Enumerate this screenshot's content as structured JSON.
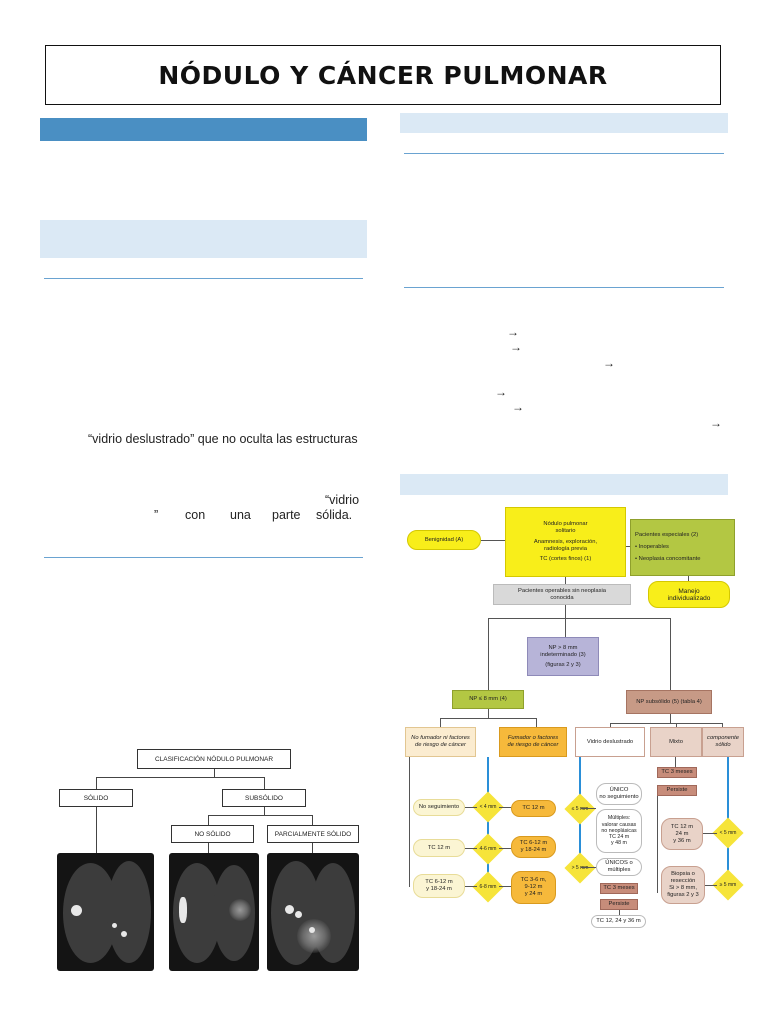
{
  "title": "NÓDULO Y CÁNCER PULMONAR",
  "left_text": {
    "line1": "“vidrio deslustrado” que no oculta las estructuras",
    "line2": "“vidrio",
    "line3_a": "”",
    "line3_b": "con",
    "line3_c": "una",
    "line3_d": "parte",
    "line3_e": "sólida."
  },
  "arrow_glyph": "→",
  "classification": {
    "root": "CLASIFICACIÓN NÓDULO PULMONAR",
    "solid": "SÓLIDO",
    "subsolid": "SUBSÓLIDO",
    "non_solid": "NO SÓLIDO",
    "part_solid": "PARCIALMENTE SÓLIDO"
  },
  "flowchart": {
    "start": [
      "Nódulo pulmonar",
      "solitario",
      "Anamnesis, exploración,",
      "radiología previa",
      "TC (cortes finos) (1)"
    ],
    "benign": "Benignidad (A)",
    "special": "Pacientes especiales (2)",
    "special_1": "Inoperables",
    "special_2": "Neoplasia concomitante",
    "individual": [
      "Manejo",
      "individualizado"
    ],
    "no_neoplasia": [
      "Pacientes operables sin neoplasia",
      "conocida"
    ],
    "np_indet": [
      "NP > 8 mm",
      "indeterminado (3)",
      "(figuras 2 y 3)"
    ],
    "np_small": "NP ≤ 8 mm (4)",
    "np_subsolid": "NP subsólido (5) (tabla 4)",
    "non_smoker": [
      "No fumador ni factores",
      "de riesgo de cáncer"
    ],
    "smoker": [
      "Fumador o factores",
      "de riesgo de cáncer"
    ],
    "ground_glass": "Vidrio deslustrado",
    "mixed": "Mixto",
    "solid_comp": [
      "componente",
      "sólido"
    ],
    "no_followup": "No seguimiento",
    "ct12_a": "TC 12 m",
    "ct12_b": "TC 12 m",
    "ct6_12": [
      "TC 6-12 m",
      "y 18-24 m"
    ],
    "ct6_12b": [
      "TC 6-12 m",
      "y 18-24 m"
    ],
    "ct3_6": [
      "TC 3-6 m,",
      "9-12 m",
      "y 24 m"
    ],
    "d_lt4": "< 4 mm",
    "d_4_6": "4-6 mm",
    "d_6_8": "6-8 mm",
    "d_le5": "≤ 5 mm",
    "d_gt5": "> 5 mm",
    "d_lt5": "< 5 mm",
    "d_ge5": "≥ 5 mm",
    "unique_a": [
      "ÚNICO",
      "no seguimiento"
    ],
    "multiple": [
      "Múltiples:",
      "valorar causas",
      "no neoplásicas",
      "TC 24 m",
      "y 48 m"
    ],
    "unique_b": [
      "ÚNICOS o",
      "múltiples"
    ],
    "ct3m_a": "TC 3 meses",
    "persist_a": "Persiste",
    "ct3m_b": "TC 3 meses",
    "persist_b": "Persiste",
    "ct_series": "TC 12, 24 y 36 m",
    "ct12_24_36": [
      "TC 12 m",
      "24 m",
      "y 36 m"
    ],
    "biopsy": [
      "Biopsia o",
      "resección",
      "Si > 8 mm,",
      "figuras 2 y 3"
    ]
  }
}
